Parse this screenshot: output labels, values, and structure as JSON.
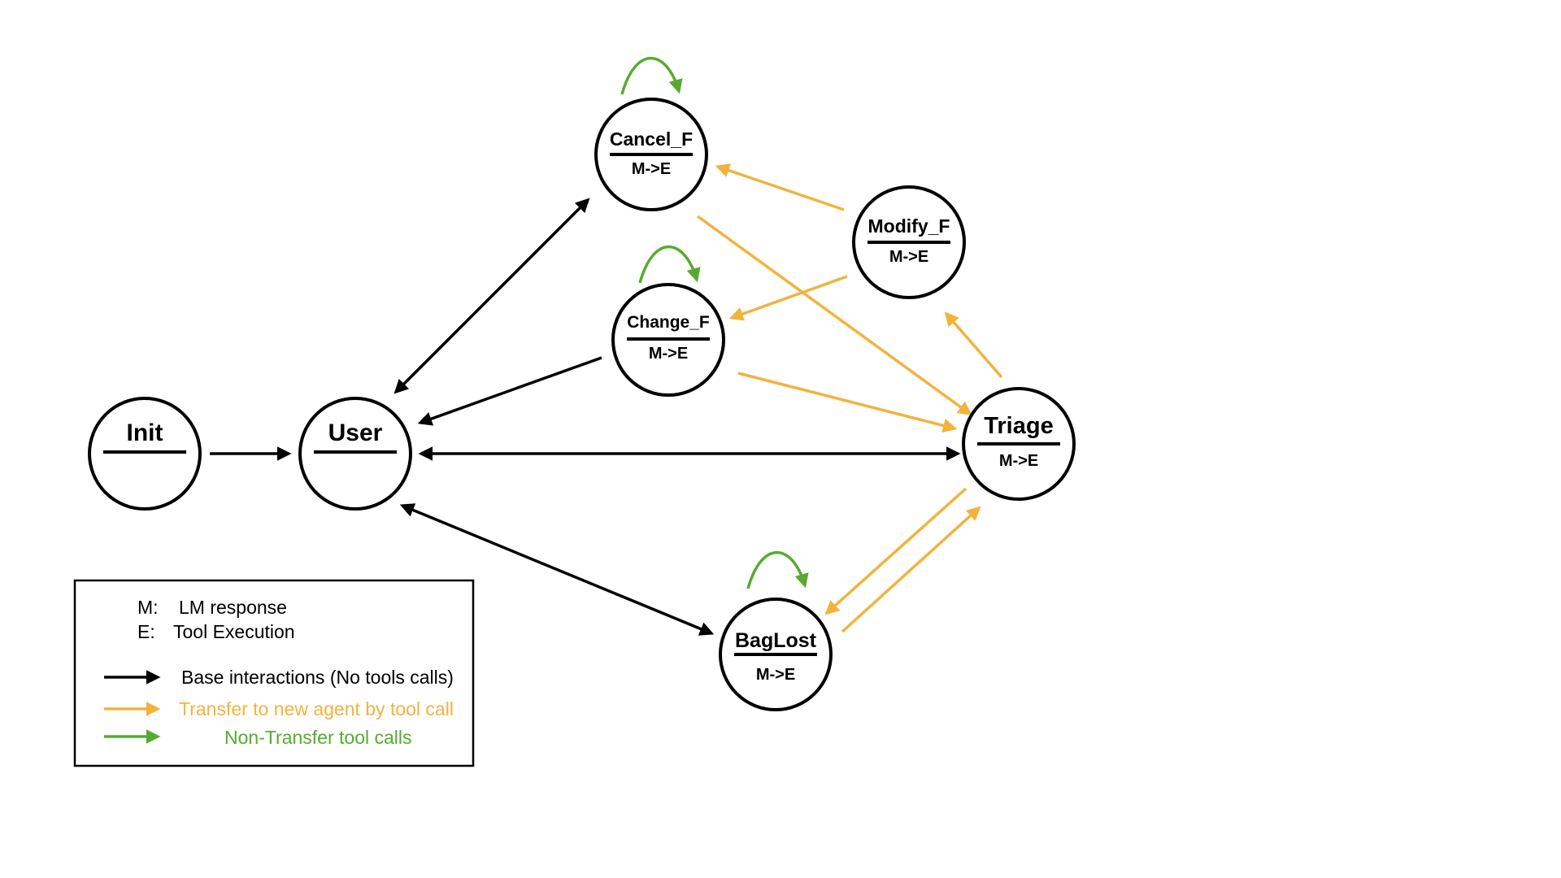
{
  "colors": {
    "base": "#000000",
    "transfer": "#f2b33d",
    "non_transfer": "#56ab2f"
  },
  "nodes": {
    "init": {
      "title": "Init",
      "sub": ""
    },
    "user": {
      "title": "User",
      "sub": ""
    },
    "cancel": {
      "title": "Cancel_F",
      "sub": "M->E"
    },
    "change": {
      "title": "Change_F",
      "sub": "M->E"
    },
    "modify": {
      "title": "Modify_F",
      "sub": "M->E"
    },
    "triage": {
      "title": "Triage",
      "sub": "M->E"
    },
    "baglost": {
      "title": "BagLost",
      "sub": "M->E"
    }
  },
  "legend": {
    "m_key": "M:",
    "m_desc": "LM response",
    "e_key": "E:",
    "e_desc": "Tool Execution",
    "base_label": "Base interactions (No tools calls)",
    "transfer_label": "Transfer to new agent by tool call",
    "non_transfer_label": "Non-Transfer tool calls"
  }
}
